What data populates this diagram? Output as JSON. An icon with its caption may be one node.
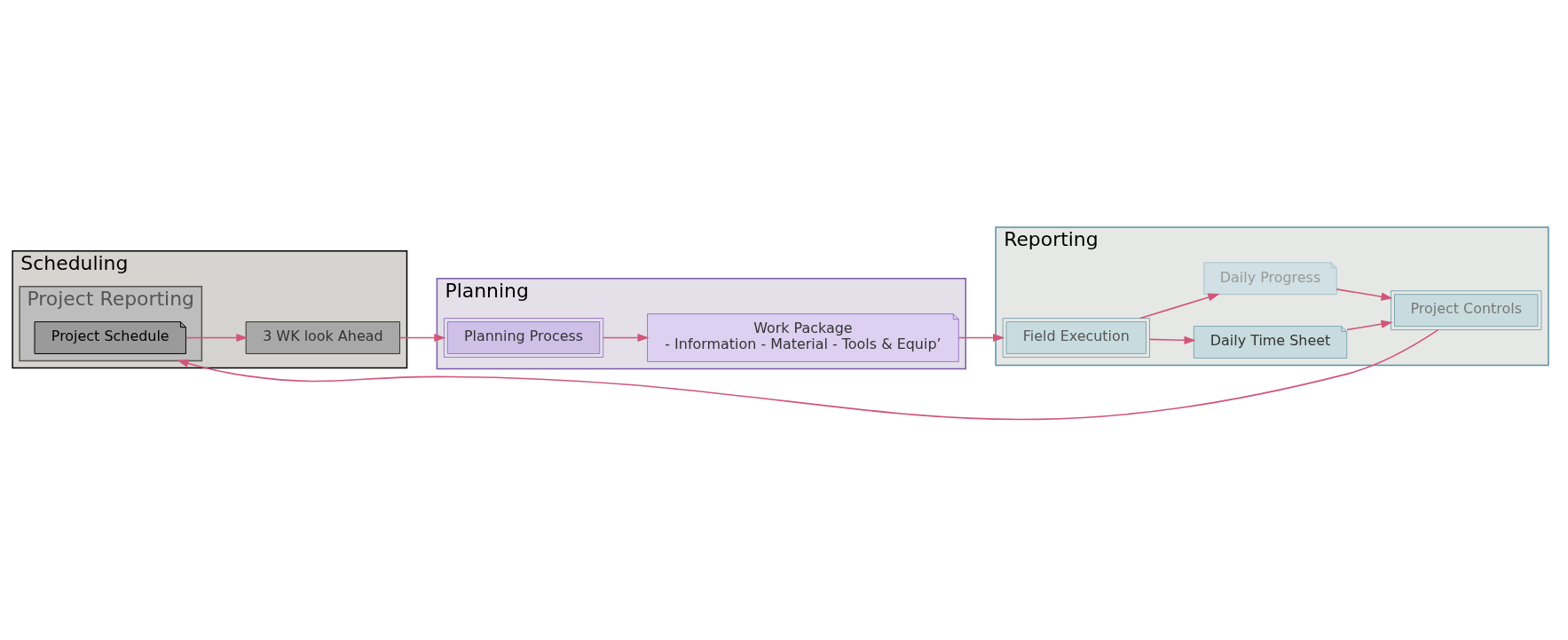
{
  "diagram": {
    "nodes": [
      {
        "text": [
          "Scheduling"
        ]
      },
      {
        "text": [
          "Project Reporting"
        ],
        "in": 0
      },
      {
        "text": [
          "Project Schedule"
        ],
        "in": 1
      },
      {
        "text": [
          "3 WK look Ahead"
        ],
        "in": 0
      },
      {
        "text": [
          "Planning"
        ]
      },
      {
        "text": [
          "Planning Process"
        ],
        "in": 4
      },
      {
        "text": [
          "Work Package",
          "- Information - Material - Tools & Equip’"
        ],
        "in": 4
      },
      {
        "text": [
          "Reporting"
        ]
      },
      {
        "text": [
          "Daily Time Sheet"
        ],
        "in": 7
      },
      {
        "text": [
          "Project Controls"
        ],
        "in": 7
      },
      {
        "text": [
          "Field Execution"
        ],
        "in": 7
      },
      {
        "text": [
          "Daily Progress"
        ],
        "in": 7
      }
    ],
    "edges": [
      {
        "from": 2,
        "to": 3,
        "arrow": "to"
      },
      {
        "from": 3,
        "to": 5,
        "arrow": "to"
      },
      {
        "from": 5,
        "to": 6,
        "arrow": "to"
      },
      {
        "from": 6,
        "to": 10,
        "arrow": "to"
      },
      {
        "from": 10,
        "to": 8,
        "arrow": "to"
      },
      {
        "from": 10,
        "to": 11,
        "arrow": "to"
      },
      {
        "from": 8,
        "to": 9,
        "arrow": "to"
      },
      {
        "from": 11,
        "to": 9,
        "arrow": "to"
      },
      {
        "from": 9,
        "to": 1,
        "arrow": "to"
      }
    ]
  }
}
